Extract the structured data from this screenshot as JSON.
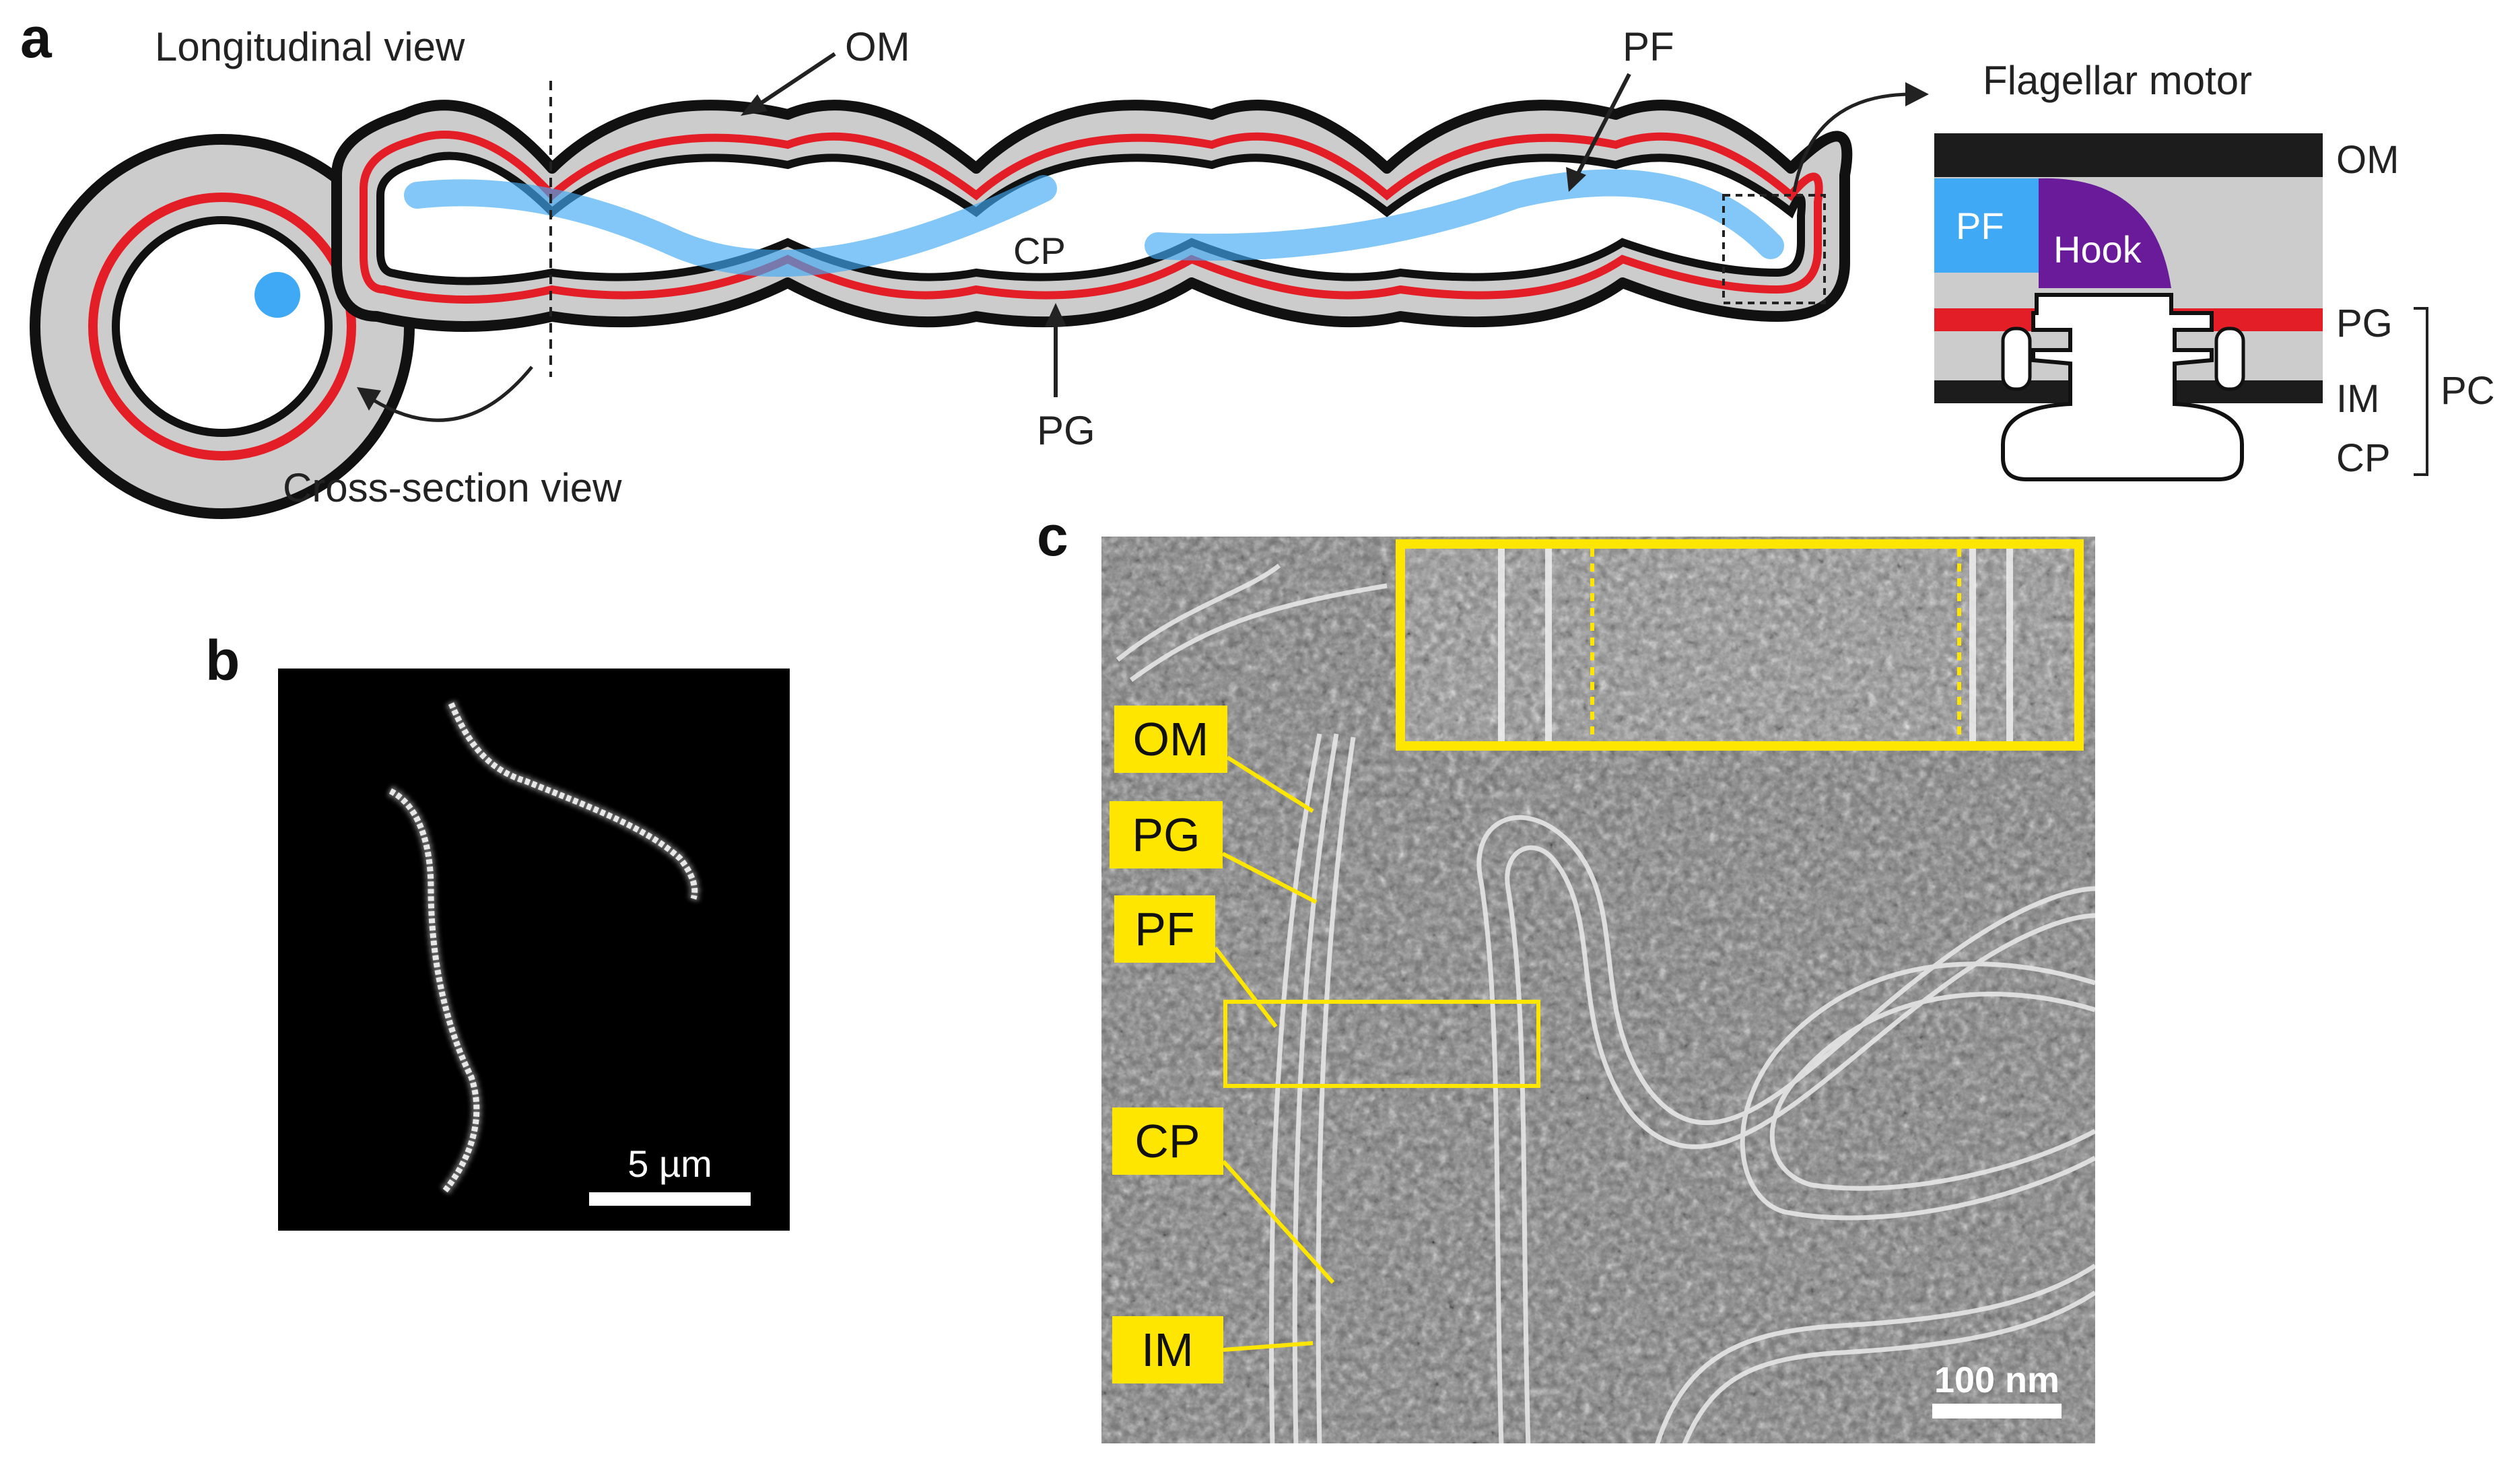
{
  "panels": {
    "a": "a",
    "b": "b",
    "c": "c"
  },
  "panel_a": {
    "longitudinal_title": "Longitudinal view",
    "cross_section_title": "Cross-section view",
    "flagellar_motor_title": "Flagellar motor",
    "labels": {
      "om": "OM",
      "pf": "PF",
      "cp": "CP",
      "pg": "PG"
    },
    "motor_labels": {
      "om": "OM",
      "pg": "PG",
      "im": "IM",
      "cp": "CP",
      "pc": "PC",
      "pf": "PF",
      "hook": "Hook"
    },
    "colors": {
      "membrane": "#cccccc",
      "pg": "#e41e26",
      "pf": "#3fa9f5",
      "hook": "#6a1b9a",
      "outline": "#111111"
    }
  },
  "panel_b": {
    "scale_bar": "5 µm"
  },
  "panel_c": {
    "labels": [
      "OM",
      "PG",
      "PF",
      "CP",
      "IM"
    ],
    "scale_bar": "100 nm",
    "label_color": "#ffe600"
  }
}
